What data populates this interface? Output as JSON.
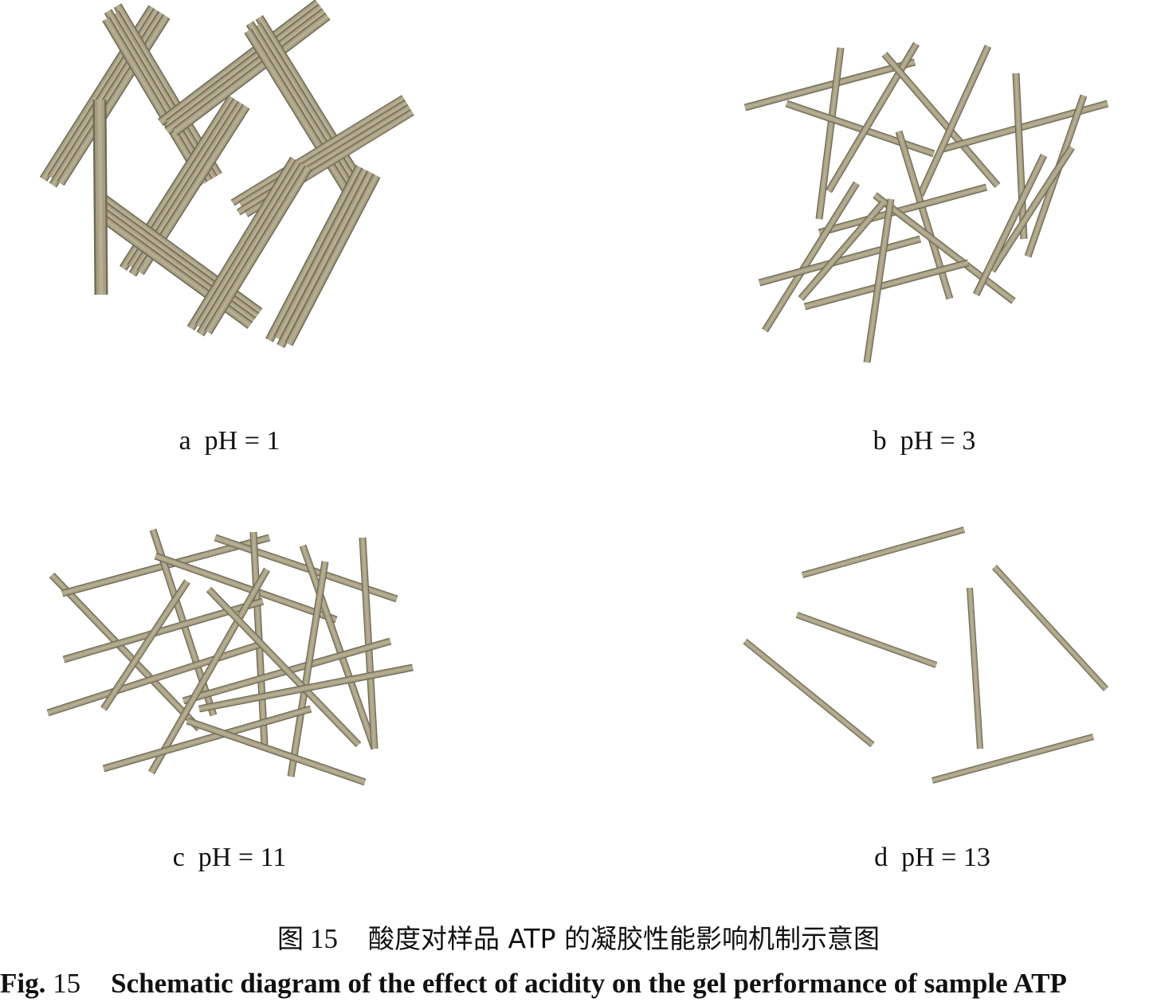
{
  "panels": [
    {
      "id": "a",
      "label": "a  pH = 1"
    },
    {
      "id": "b",
      "label": "b  pH = 3"
    },
    {
      "id": "c",
      "label": "c  pH = 11"
    },
    {
      "id": "d",
      "label": "d  pH = 13"
    }
  ],
  "caption": {
    "cn_prefix": "图",
    "cn_number": "15",
    "cn_text": "酸度对样品 ATP 的凝胶性能影响机制示意图",
    "en_prefix": "Fig.",
    "en_number": "15",
    "en_text": "Schematic diagram of the effect of acidity on the gel performance of sample ATP"
  },
  "colors": {
    "rod_fill": "#a79f83",
    "rod_light": "#c4bca0",
    "rod_dark": "#6f6a56"
  }
}
